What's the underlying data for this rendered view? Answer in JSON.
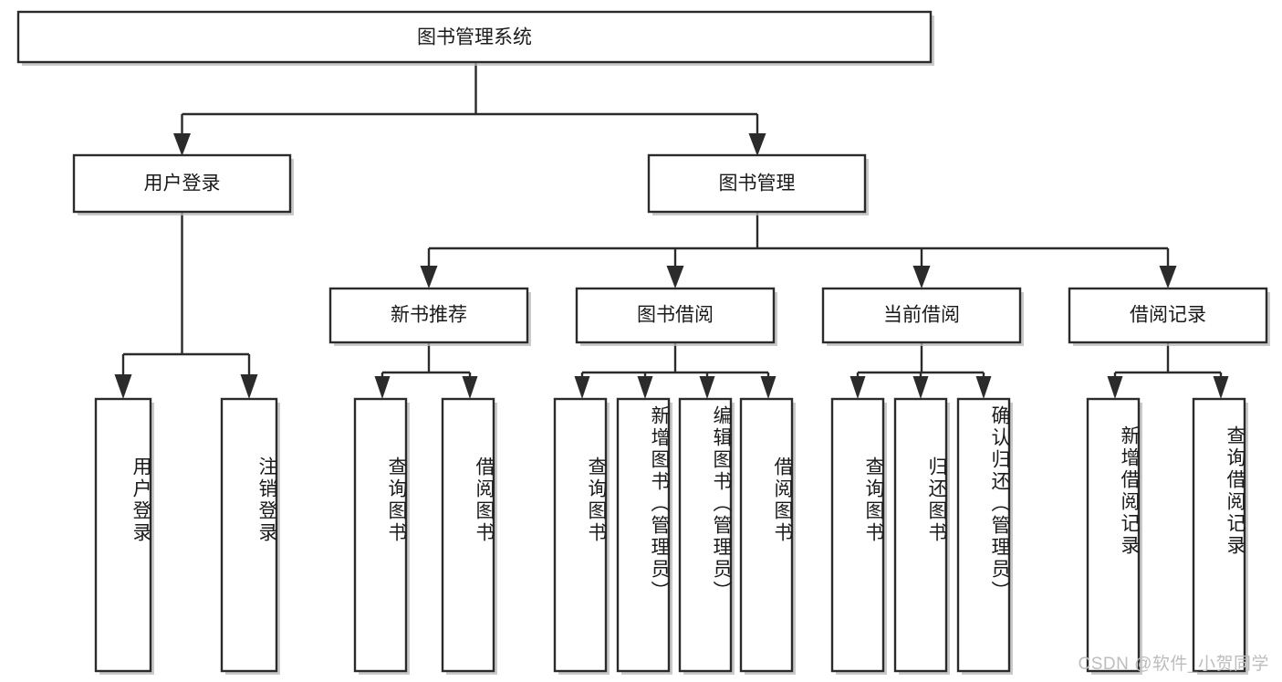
{
  "diagram": {
    "title": "图书管理系统",
    "type": "tree",
    "orientation": "top-down",
    "root": {
      "id": "root",
      "label": "图书管理系统"
    },
    "level2": [
      {
        "id": "user-login",
        "label": "用户登录"
      },
      {
        "id": "book-manage",
        "label": "图书管理"
      }
    ],
    "level3": [
      {
        "id": "new-book-recommend",
        "label": "新书推荐",
        "parent": "book-manage"
      },
      {
        "id": "book-borrow",
        "label": "图书借阅",
        "parent": "book-manage"
      },
      {
        "id": "current-borrow",
        "label": "当前借阅",
        "parent": "book-manage"
      },
      {
        "id": "borrow-record",
        "label": "借阅记录",
        "parent": "book-manage"
      }
    ],
    "leaves": {
      "user-login": [
        {
          "id": "leaf-user-login",
          "label": "用户登录"
        },
        {
          "id": "leaf-user-logout",
          "label": "注销登录"
        }
      ],
      "new-book-recommend": [
        {
          "id": "leaf-query-book-1",
          "label": "查询图书"
        },
        {
          "id": "leaf-borrow-book-1",
          "label": "借阅图书"
        }
      ],
      "book-borrow": [
        {
          "id": "leaf-query-book-2",
          "label": "查询图书"
        },
        {
          "id": "leaf-add-book",
          "label": "新增图书（管理员）"
        },
        {
          "id": "leaf-edit-book",
          "label": "编辑图书（管理员）"
        },
        {
          "id": "leaf-borrow-book-2",
          "label": "借阅图书"
        }
      ],
      "current-borrow": [
        {
          "id": "leaf-query-book-3",
          "label": "查询图书"
        },
        {
          "id": "leaf-return-book",
          "label": "归还图书"
        },
        {
          "id": "leaf-confirm-return",
          "label": "确认归还（管理员）"
        }
      ],
      "borrow-record": [
        {
          "id": "leaf-add-record",
          "label": "新增借阅记录"
        },
        {
          "id": "leaf-query-record",
          "label": "查询借阅记录"
        }
      ]
    },
    "colors": {
      "stroke": "#2b2b2b",
      "fill": "#ffffff",
      "text": "#1a1a1a",
      "shadow": "#b8b8b8",
      "watermark": "#bdbdbd",
      "background": "#ffffff"
    }
  },
  "watermark": {
    "text": "CSDN @软件_小贺同学"
  }
}
